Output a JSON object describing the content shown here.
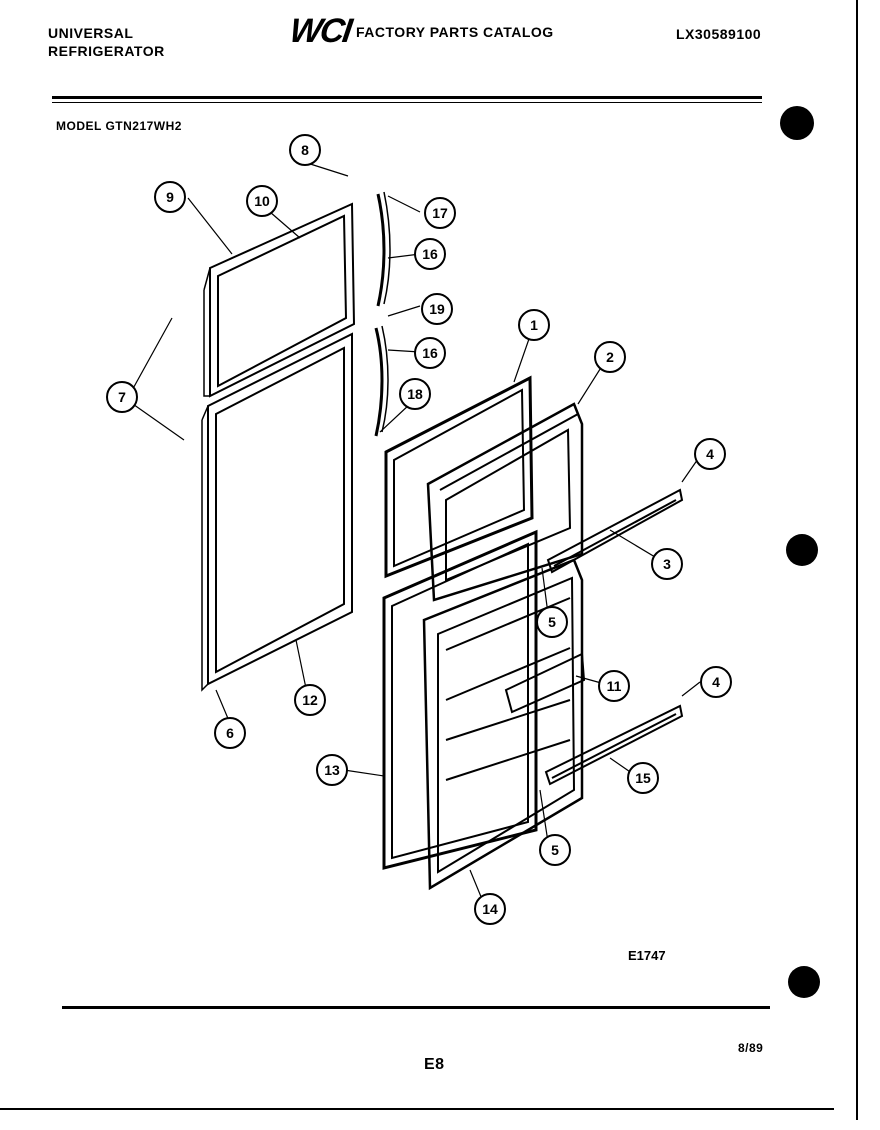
{
  "header": {
    "brand_line1": "UNIVERSAL",
    "brand_line2": "REFRIGERATOR",
    "logo": "WCI",
    "catalog_title": "FACTORY PARTS CATALOG",
    "catalog_number": "LX30589100"
  },
  "model_label": "MODEL GTN217WH2",
  "diagram": {
    "figure_code": "E1747",
    "callouts": [
      "1",
      "2",
      "3",
      "4",
      "4",
      "5",
      "5",
      "6",
      "7",
      "8",
      "9",
      "10",
      "11",
      "12",
      "13",
      "14",
      "15",
      "16",
      "16",
      "17",
      "18",
      "19"
    ]
  },
  "footer": {
    "date": "8/89",
    "page": "E8"
  },
  "colors": {
    "ink": "#000000",
    "paper": "#ffffff"
  }
}
